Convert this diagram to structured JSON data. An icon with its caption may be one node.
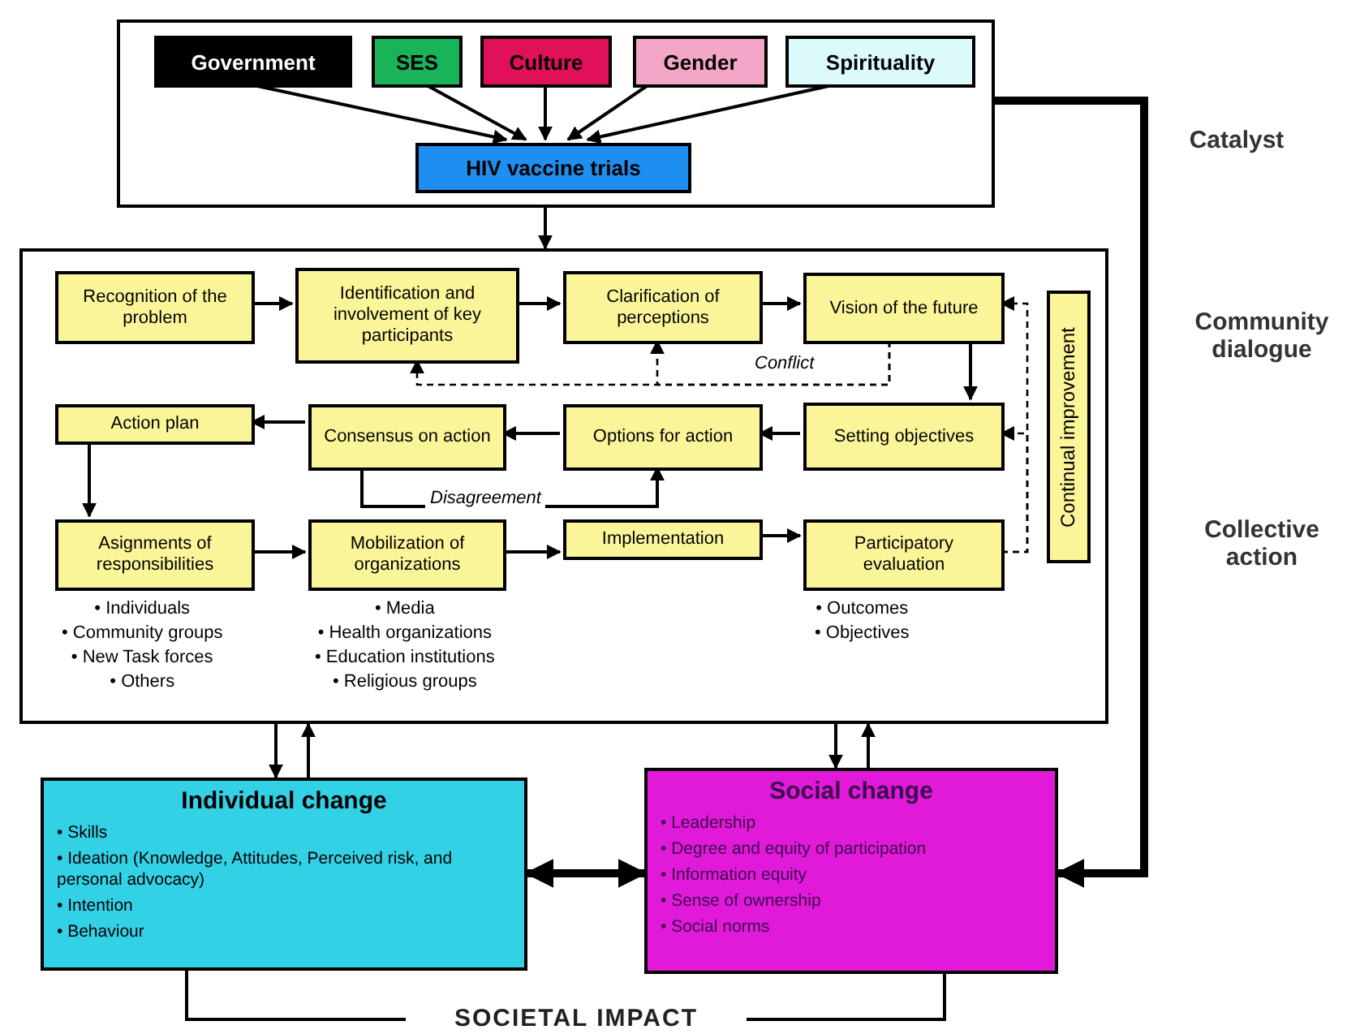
{
  "diagram": {
    "nodes": [
      {
        "text": [],
        "shape": "box"
      },
      {
        "text": [
          "Government"
        ],
        "in": 0
      },
      {
        "text": [
          "SES"
        ],
        "in": 0
      },
      {
        "text": [
          "Culture"
        ],
        "in": 0
      },
      {
        "text": [
          "Gender"
        ],
        "in": 0
      },
      {
        "text": [
          "Spirituality"
        ],
        "in": 0
      },
      {
        "text": [
          "HIV vaccine trials"
        ],
        "in": 0
      },
      {
        "text": [],
        "shape": "box"
      },
      {
        "text": [
          "Recognition of the problem"
        ],
        "in": 7
      },
      {
        "text": [
          "Identification and involvement of key participants"
        ],
        "in": 7
      },
      {
        "text": [
          "Clarification of perceptions"
        ],
        "in": 7
      },
      {
        "text": [
          "Vision of the future"
        ],
        "in": 7
      },
      {
        "text": [
          "Action plan"
        ],
        "in": 7
      },
      {
        "text": [
          "Consensus on action"
        ],
        "in": 7
      },
      {
        "text": [
          "Options for action"
        ],
        "in": 7
      },
      {
        "text": [
          "Setting objectives"
        ],
        "in": 7
      },
      {
        "text": [
          "Asignments of responsibilities"
        ],
        "in": 7,
        "beside": [
          "• Individuals",
          "• Community groups",
          "• New Task forces",
          "• Others"
        ]
      },
      {
        "text": [
          "Mobilization of organizations"
        ],
        "in": 7,
        "beside": [
          "• Media",
          "• Health organizations",
          "• Education institutions",
          "• Religious groups"
        ]
      },
      {
        "text": [
          "Implementation"
        ],
        "in": 7
      },
      {
        "text": [
          "Participatory evaluation"
        ],
        "in": 7,
        "beside": [
          "• Outcomes",
          "• Objectives"
        ]
      },
      {
        "text": [
          "Continual improvement"
        ],
        "in": 7
      },
      {
        "text": [
          "Individual change",
          "• Skills",
          "• Ideation (Knowledge, Attitudes, Perceived risk, and personal advocacy)",
          "• Intention",
          "• Behaviour"
        ]
      },
      {
        "text": [
          "Social change",
          "• Leadership",
          "• Degree and equity of participation",
          "• Information equity",
          "• Sense of ownership",
          "• Social norms"
        ]
      },
      {
        "text": [
          "SOCIETAL IMPACT"
        ]
      }
    ],
    "edges": [
      {
        "from": 1,
        "to": 6,
        "arrow": "to"
      },
      {
        "from": 2,
        "to": 6,
        "arrow": "to"
      },
      {
        "from": 3,
        "to": 6,
        "arrow": "to"
      },
      {
        "from": 4,
        "to": 6,
        "arrow": "to"
      },
      {
        "from": 5,
        "to": 6,
        "arrow": "to"
      },
      {
        "from": 0,
        "to": 7,
        "arrow": "to"
      },
      {
        "from": 8,
        "to": 9,
        "arrow": "to"
      },
      {
        "from": 9,
        "to": 10,
        "arrow": "to"
      },
      {
        "from": 10,
        "to": 11,
        "arrow": "to"
      },
      {
        "from": 11,
        "to": 15,
        "arrow": "to"
      },
      {
        "from": 11,
        "to": 10,
        "arrow": "to",
        "label": "Conflict",
        "style": "dashed"
      },
      {
        "from": 11,
        "to": 9,
        "arrow": "to",
        "style": "dashed"
      },
      {
        "from": 15,
        "to": 14,
        "arrow": "to"
      },
      {
        "from": 14,
        "to": 13,
        "arrow": "to"
      },
      {
        "from": 13,
        "to": 12,
        "arrow": "to"
      },
      {
        "from": 13,
        "to": 14,
        "arrow": "to",
        "label": "Disagreement"
      },
      {
        "from": 12,
        "to": 16,
        "arrow": "to"
      },
      {
        "from": 16,
        "to": 17,
        "arrow": "to"
      },
      {
        "from": 17,
        "to": 18,
        "arrow": "to"
      },
      {
        "from": 18,
        "to": 19,
        "arrow": "to"
      },
      {
        "from": 19,
        "to": 11,
        "arrow": "to",
        "style": "dashed"
      },
      {
        "from": 19,
        "to": 15,
        "arrow": "to",
        "style": "dashed"
      },
      {
        "from": 7,
        "to": 21,
        "arrow": "to"
      },
      {
        "from": 21,
        "to": 7,
        "arrow": "to"
      },
      {
        "from": 7,
        "to": 22,
        "arrow": "to"
      },
      {
        "from": 22,
        "to": 7,
        "arrow": "to"
      },
      {
        "from": 21,
        "to": 22,
        "arrow": "both",
        "style": "thick"
      },
      {
        "from": 0,
        "to": 22,
        "arrow": "to",
        "style": "thick"
      },
      {
        "from": 21,
        "to": 23,
        "arrow": "none"
      },
      {
        "from": 22,
        "to": 23,
        "arrow": "none"
      }
    ],
    "labels": [
      "Catalyst",
      "Community dialogue",
      "Collective action"
    ]
  }
}
